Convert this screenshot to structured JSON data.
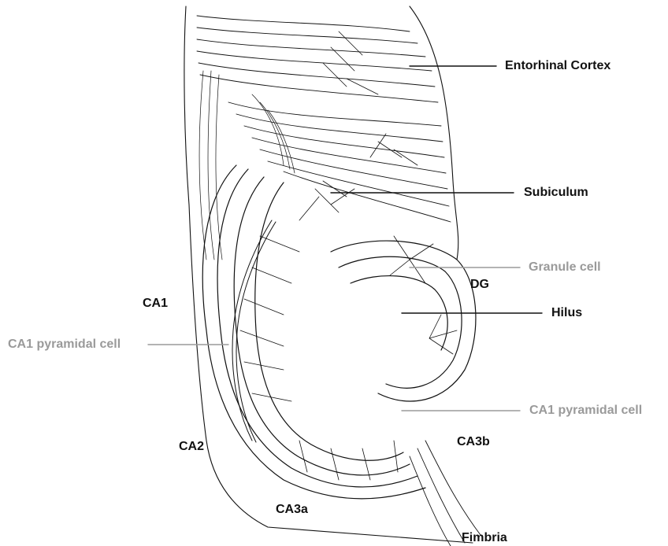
{
  "labels": {
    "entorhinal_cortex": "Entorhinal Cortex",
    "subiculum": "Subiculum",
    "granule_cell": "Granule cell",
    "dg": "DG",
    "ca1": "CA1",
    "hilus": "Hilus",
    "ca1_pyramidal_left": "CA1 pyramidal cell",
    "ca1_pyramidal_right": "CA1 pyramidal cell",
    "ca2": "CA2",
    "ca3b": "CA3b",
    "ca3a": "CA3a",
    "fimbria": "Fimbria"
  },
  "colors": {
    "ink": "#111111",
    "grey_label": "#9a9a9a",
    "background": "#ffffff"
  }
}
